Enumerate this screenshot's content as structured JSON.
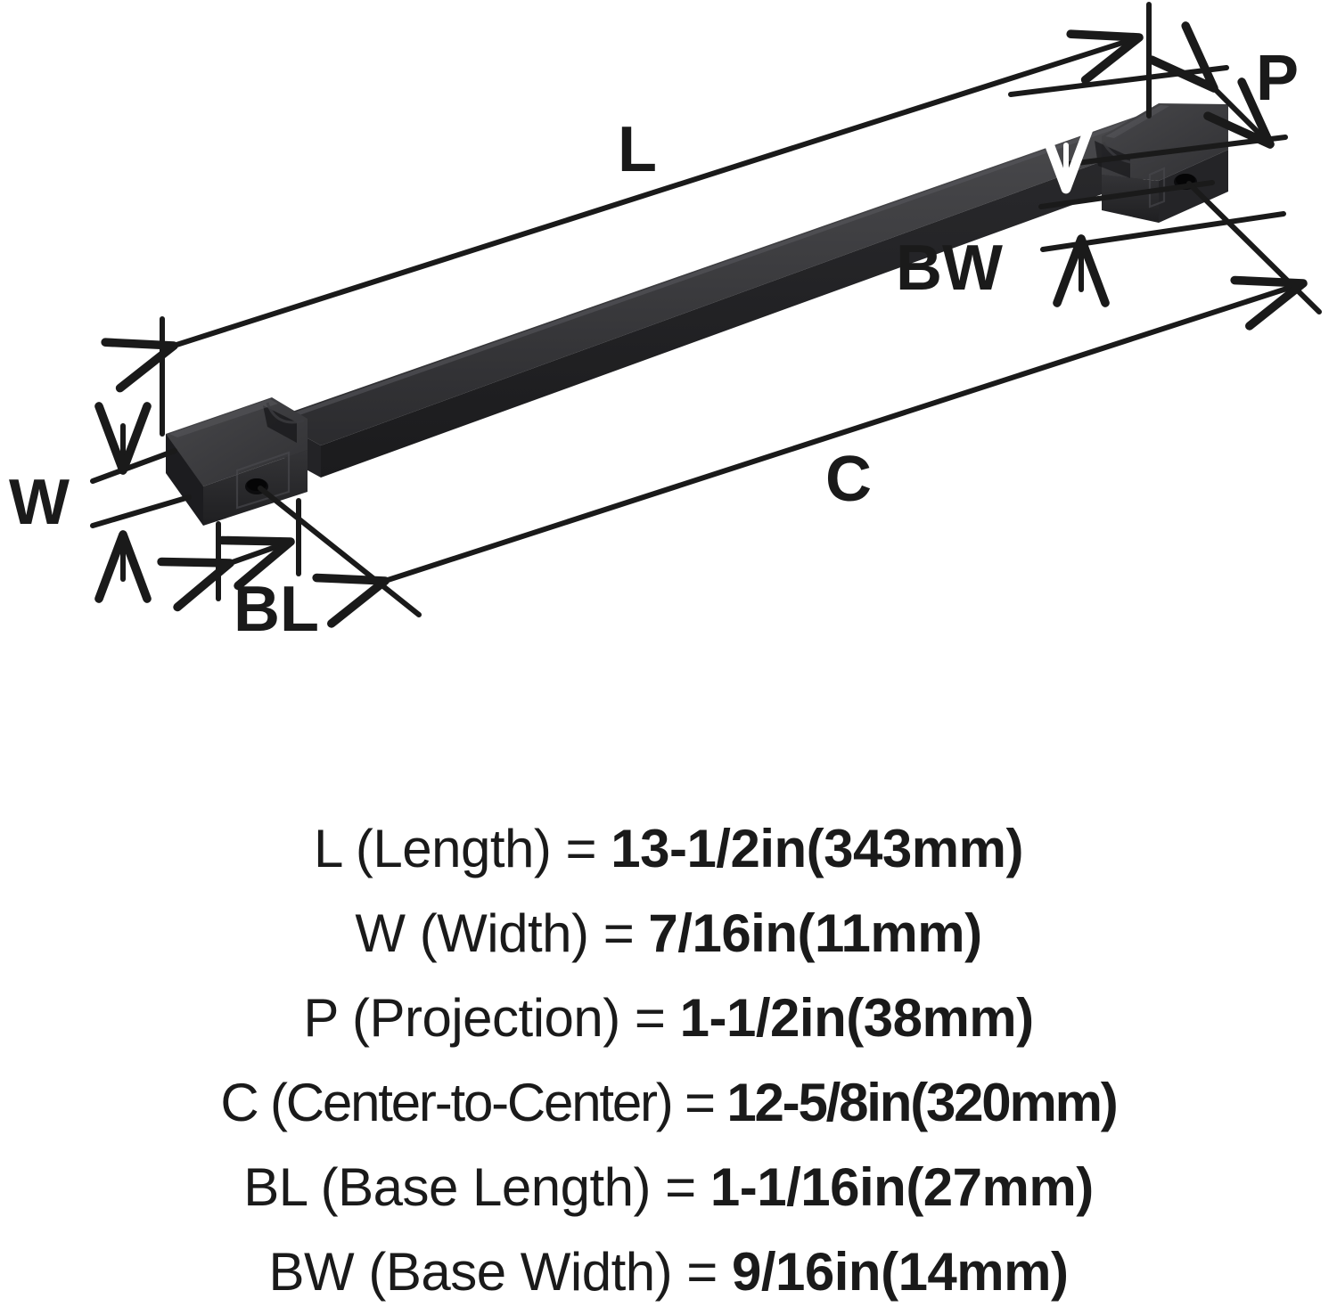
{
  "diagram": {
    "title": "Cabinet pull dimension diagram",
    "product": "bar-pull-handle",
    "finish_color": "#2e2e30",
    "line_color": "#1a1a1a",
    "background_color": "#ffffff",
    "callouts": [
      {
        "id": "L",
        "label": "L",
        "meaning": "Length",
        "arrow": "single-arrow-right"
      },
      {
        "id": "P",
        "label": "P",
        "meaning": "Projection",
        "arrow": "double-arrow-diagonal"
      },
      {
        "id": "BW",
        "label": "BW",
        "meaning": "Base Width",
        "arrow": "double-arrow-vertical"
      },
      {
        "id": "C",
        "label": "C",
        "meaning": "Center-to-Center",
        "arrow": "double-arrow-diagonal"
      },
      {
        "id": "W",
        "label": "W",
        "meaning": "Width",
        "arrow": "double-arrow-vertical"
      },
      {
        "id": "BL",
        "label": "BL",
        "meaning": "Base Length",
        "arrow": "double-arrow-horizontal"
      }
    ]
  },
  "specs": [
    {
      "code": "L",
      "label": "L (Length) = ",
      "value": "13-1/2in(343mm)"
    },
    {
      "code": "W",
      "label": "W (Width) = ",
      "value": "7/16in(11mm)"
    },
    {
      "code": "P",
      "label": "P (Projection) = ",
      "value": "1-1/2in(38mm)"
    },
    {
      "code": "C",
      "label": "C (Center-to-Center) = ",
      "value": "12-5/8in(320mm)"
    },
    {
      "code": "BL",
      "label": "BL (Base Length) = ",
      "value": "1-1/16in(27mm)"
    },
    {
      "code": "BW",
      "label": "BW (Base Width) = ",
      "value": "9/16in(14mm)"
    }
  ]
}
